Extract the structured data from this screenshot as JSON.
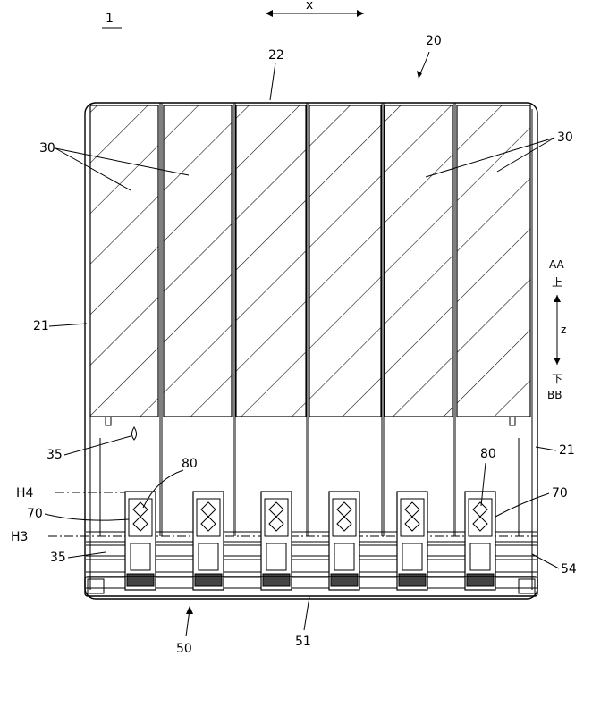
{
  "figure_number": "1",
  "axis_x": "x",
  "axis_z": "z",
  "dir_up_code": "AA",
  "dir_up_char": "上",
  "dir_down_char": "下",
  "dir_down_code": "BB",
  "labels": {
    "l20": "20",
    "l22": "22",
    "l30_left": "30",
    "l30_right": "30",
    "l21_left": "21",
    "l21_right": "21",
    "l35_top": "35",
    "l35_bottom": "35",
    "l80_left": "80",
    "l80_right": "80",
    "lH4": "H4",
    "lH3": "H3",
    "l70_left": "70",
    "l70_right": "70",
    "l54": "54",
    "l50": "50",
    "l51": "51"
  }
}
